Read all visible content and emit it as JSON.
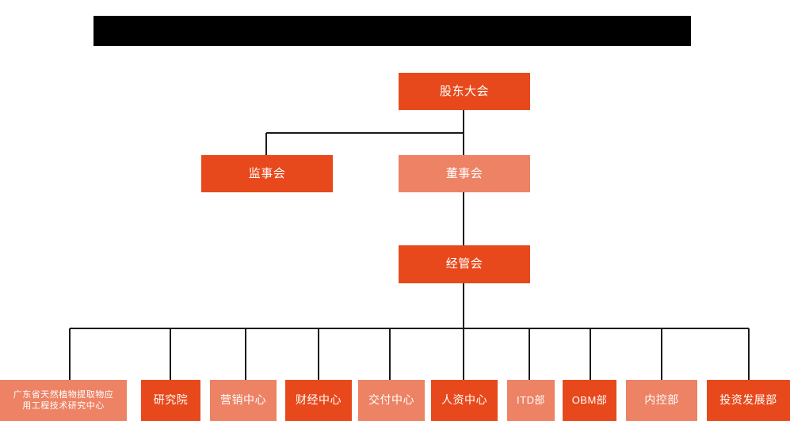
{
  "document": {
    "type": "organization-chart",
    "redacted_title_bar": {
      "label": "",
      "color": "#000000",
      "note": "solid black redaction bar, no legible text"
    },
    "colors": {
      "dark_orange": "#E8491C",
      "light_orange": "#ED8264",
      "connector": "#1a1a1a",
      "background": "#FFFFFF",
      "text": "#FFFFFF"
    }
  },
  "nodes": {
    "shareholders_meeting": {
      "label": "股东大会",
      "shade": "dark"
    },
    "board_of_supervisors": {
      "label": "监事会",
      "shade": "dark"
    },
    "board_of_directors": {
      "label": "董事会",
      "shade": "light"
    },
    "management_committee": {
      "label": "经管会",
      "shade": "dark"
    }
  },
  "departments": [
    {
      "label": "广东省天然植物提取物应用工程技术研究中心",
      "line1": "广东省天然植物提取物应",
      "line2": "用工程技术研究中心",
      "shade": "light"
    },
    {
      "label": "研究院",
      "shade": "dark"
    },
    {
      "label": "营销中心",
      "shade": "light"
    },
    {
      "label": "财经中心",
      "shade": "dark"
    },
    {
      "label": "交付中心",
      "shade": "light"
    },
    {
      "label": "人资中心",
      "shade": "dark"
    },
    {
      "label": "ITD部",
      "shade": "light"
    },
    {
      "label": "OBM部",
      "shade": "dark"
    },
    {
      "label": "内控部",
      "shade": "light"
    },
    {
      "label": "投资发展部",
      "shade": "dark"
    }
  ]
}
